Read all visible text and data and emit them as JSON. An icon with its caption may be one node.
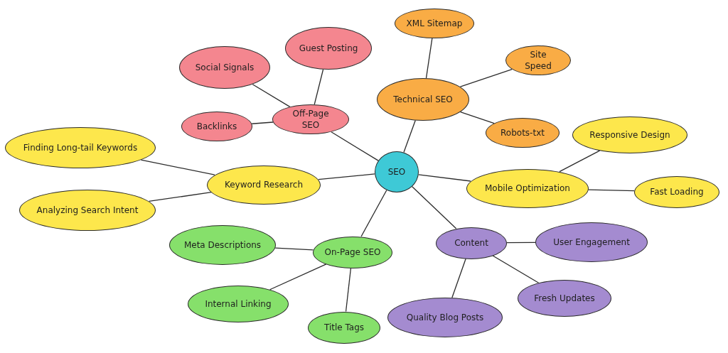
{
  "diagram": {
    "nodes": [
      {
        "text": [
          "SEO"
        ]
      },
      {
        "text": [
          "Off-Page SEO"
        ]
      },
      {
        "text": [
          "Guest Posting"
        ]
      },
      {
        "text": [
          "Social Signals"
        ]
      },
      {
        "text": [
          "Backlinks"
        ]
      },
      {
        "text": [
          "Technical SEO"
        ]
      },
      {
        "text": [
          "XML Sitemap"
        ]
      },
      {
        "text": [
          "Site Speed"
        ]
      },
      {
        "text": [
          "Robots-txt"
        ]
      },
      {
        "text": [
          "Keyword Research"
        ]
      },
      {
        "text": [
          "Finding Long-tail Keywords"
        ]
      },
      {
        "text": [
          "Analyzing Search Intent"
        ]
      },
      {
        "text": [
          "Mobile Optimization"
        ]
      },
      {
        "text": [
          "Responsive Design"
        ]
      },
      {
        "text": [
          "Fast Loading"
        ]
      },
      {
        "text": [
          "On-Page SEO"
        ]
      },
      {
        "text": [
          "Meta Descriptions"
        ]
      },
      {
        "text": [
          "Internal Linking"
        ]
      },
      {
        "text": [
          "Title Tags"
        ]
      },
      {
        "text": [
          "Content"
        ]
      },
      {
        "text": [
          "User Engagement"
        ]
      },
      {
        "text": [
          "Fresh Updates"
        ]
      },
      {
        "text": [
          "Quality Blog Posts"
        ]
      }
    ],
    "edges": [
      {
        "from": 0,
        "to": 1,
        "arrow": "none"
      },
      {
        "from": 0,
        "to": 5,
        "arrow": "none"
      },
      {
        "from": 0,
        "to": 9,
        "arrow": "none"
      },
      {
        "from": 0,
        "to": 12,
        "arrow": "none"
      },
      {
        "from": 0,
        "to": 15,
        "arrow": "none"
      },
      {
        "from": 0,
        "to": 19,
        "arrow": "none"
      },
      {
        "from": 1,
        "to": 2,
        "arrow": "none"
      },
      {
        "from": 1,
        "to": 3,
        "arrow": "none"
      },
      {
        "from": 1,
        "to": 4,
        "arrow": "none"
      },
      {
        "from": 5,
        "to": 6,
        "arrow": "none"
      },
      {
        "from": 5,
        "to": 7,
        "arrow": "none"
      },
      {
        "from": 5,
        "to": 8,
        "arrow": "none"
      },
      {
        "from": 9,
        "to": 10,
        "arrow": "none"
      },
      {
        "from": 9,
        "to": 11,
        "arrow": "none"
      },
      {
        "from": 12,
        "to": 13,
        "arrow": "none"
      },
      {
        "from": 12,
        "to": 14,
        "arrow": "none"
      },
      {
        "from": 15,
        "to": 16,
        "arrow": "none"
      },
      {
        "from": 15,
        "to": 17,
        "arrow": "none"
      },
      {
        "from": 15,
        "to": 18,
        "arrow": "none"
      },
      {
        "from": 19,
        "to": 20,
        "arrow": "none"
      },
      {
        "from": 19,
        "to": 21,
        "arrow": "none"
      },
      {
        "from": 19,
        "to": 22,
        "arrow": "none"
      }
    ]
  }
}
